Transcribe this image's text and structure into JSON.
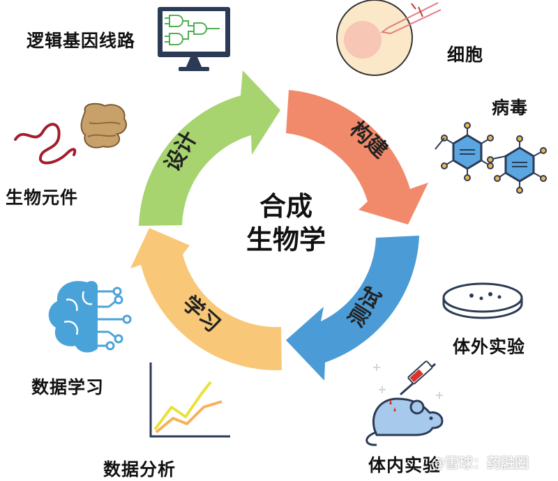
{
  "center": {
    "line1": "合成",
    "line2": "生物学"
  },
  "cycle": [
    {
      "label": "设计",
      "color": "#a7d46f"
    },
    {
      "label": "构建",
      "color": "#f08a6a"
    },
    {
      "label": "测试",
      "color": "#4a9bd6"
    },
    {
      "label": "学习",
      "color": "#f8c878"
    }
  ],
  "items": {
    "logic_circuit": "逻辑基因线路",
    "cell": "细胞",
    "virus": "病毒",
    "bio_parts": "生物元件",
    "in_vitro": "体外实验",
    "data_learning": "数据学习",
    "in_vivo": "体内实验",
    "data_analysis": "数据分析"
  },
  "icons": {
    "logic_circuit": "monitor-logic-gates-icon",
    "cell": "cell-injection-icon",
    "virus": "hexagon-molecule-icon",
    "bio_parts": "dna-protein-icon",
    "in_vitro": "petri-dish-icon",
    "data_learning": "brain-circuit-icon",
    "in_vivo": "mouse-syringe-icon",
    "data_analysis": "line-graph-icon"
  },
  "watermark": "@雪球：药融圈"
}
